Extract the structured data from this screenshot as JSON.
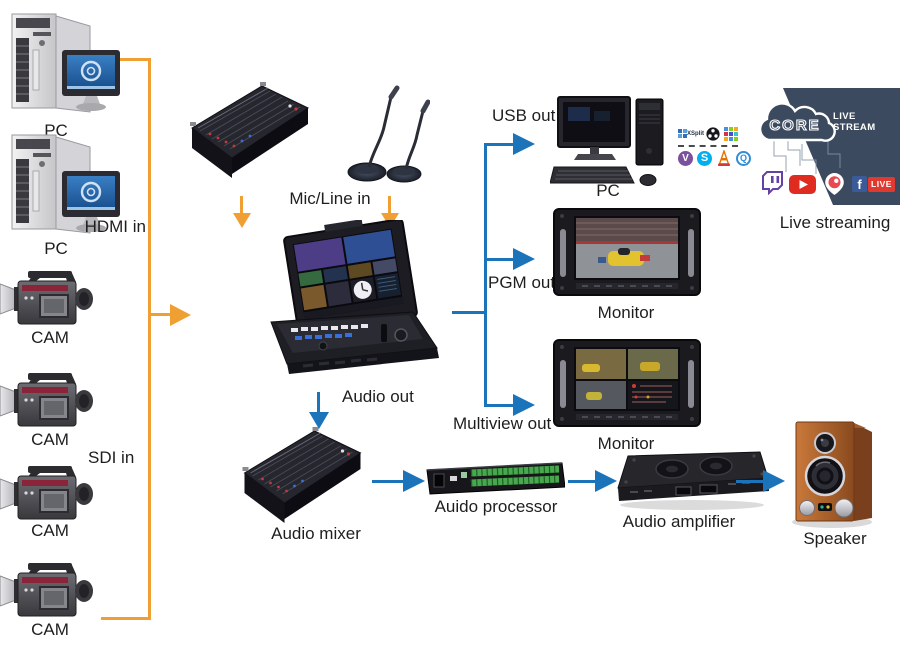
{
  "colors": {
    "orange": "#F0A032",
    "blue": "#1B73B9",
    "badge": "#3B4A5E",
    "background": "#FFFFFF"
  },
  "inputs": {
    "pcs": [
      {
        "label": "PC"
      },
      {
        "label": "PC"
      }
    ],
    "cams": [
      {
        "label": "CAM"
      },
      {
        "label": "CAM"
      },
      {
        "label": "CAM"
      },
      {
        "label": "CAM"
      }
    ],
    "hdmi_in_label": "HDMI in",
    "sdi_in_label": "SDI in"
  },
  "center": {
    "mic_line_in_label": "Mic/Line in",
    "audio_out_label": "Audio out"
  },
  "outputs": {
    "usb_out_label": "USB out",
    "pgm_out_label": "PGM out",
    "multiview_out_label": "Multiview out",
    "pc_label": "PC",
    "monitor1_label": "Monitor",
    "monitor2_label": "Monitor"
  },
  "audio_chain": {
    "mixer_label": "Audio mixer",
    "processor_label": "Auido processor",
    "amplifier_label": "Audio amplifier",
    "speaker_label": "Speaker"
  },
  "streaming": {
    "cloud_brand": "CORE",
    "banner_title": "LIVE STREAM",
    "caption": "Live streaming",
    "facebook_live_badge": "LIVE",
    "facebook_f": "f",
    "xsplit_text": "XSplit",
    "skype_letter": "S",
    "quicktime_letter": "Q",
    "viber_letter": "V",
    "app_icons": [
      "xsplit-icon",
      "obs-icon",
      "vmix-grid-icon",
      "viber-icon",
      "skype-icon",
      "vlc-icon",
      "quicktime-icon"
    ],
    "platform_icons": [
      "twitch-icon",
      "youtube-icon",
      "periscope-icon",
      "facebook-icon",
      "facebook-live-badge"
    ]
  },
  "icons": {
    "devices": [
      "pc-tower-icon",
      "camcorder-icon",
      "audio-mixer-icon",
      "gooseneck-mic-icon",
      "video-switcher-icon",
      "desktop-pc-icon",
      "rack-monitor-icon",
      "audio-processor-icon",
      "audio-amplifier-icon",
      "speaker-icon",
      "cloud-icon"
    ]
  }
}
